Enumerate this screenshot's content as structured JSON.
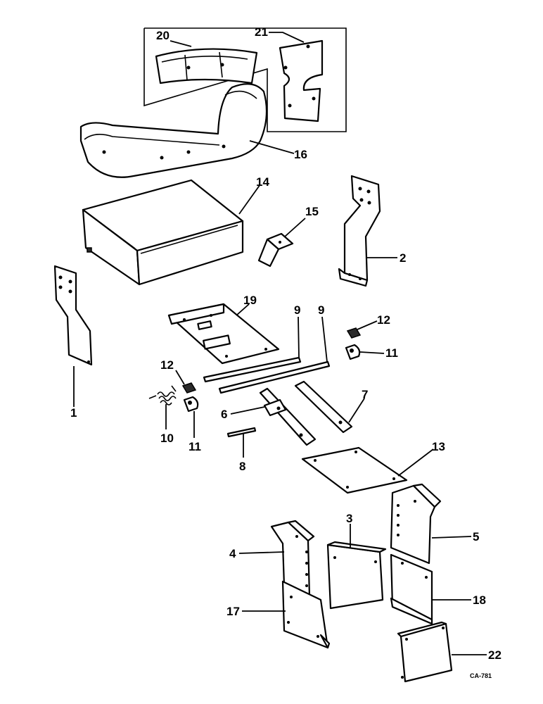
{
  "diagram": {
    "callouts": {
      "c1": "1",
      "c2": "2",
      "c3": "3",
      "c4": "4",
      "c5": "5",
      "c6": "6",
      "c7": "7",
      "c8": "8",
      "c9a": "9",
      "c9b": "9",
      "c10": "10",
      "c11a": "11",
      "c11b": "11",
      "c12a": "12",
      "c12b": "12",
      "c13": "13",
      "c14": "14",
      "c15": "15",
      "c16": "16",
      "c17": "17",
      "c18": "18",
      "c19": "19",
      "c20": "20",
      "c21": "21",
      "c22": "22"
    },
    "drawing_code": "CA-781"
  }
}
